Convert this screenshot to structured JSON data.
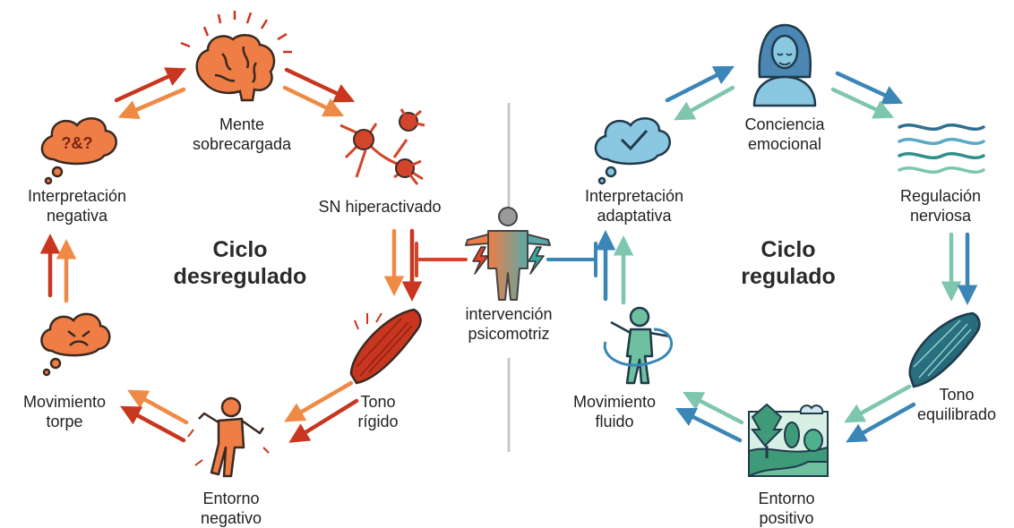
{
  "left_cycle": {
    "title_line1": "Ciclo",
    "title_line2": "desregulado",
    "nodes": [
      {
        "line1": "Mente",
        "line2": "sobrecargada"
      },
      {
        "line1": "SN hiperactivado",
        "line2": ""
      },
      {
        "line1": "Tono",
        "line2": "rígido"
      },
      {
        "line1": "Entorno",
        "line2": "negativo"
      },
      {
        "line1": "Movimiento",
        "line2": "torpe"
      },
      {
        "line1": "Interpretación",
        "line2": "negativa"
      }
    ]
  },
  "right_cycle": {
    "title_line1": "Ciclo",
    "title_line2": "regulado",
    "nodes": [
      {
        "line1": "Conciencia",
        "line2": "emocional"
      },
      {
        "line1": "Regulación",
        "line2": "nerviosa"
      },
      {
        "line1": "Tono",
        "line2": "equilibrado"
      },
      {
        "line1": "Entorno",
        "line2": "positivo"
      },
      {
        "line1": "Movimiento",
        "line2": "fluido"
      },
      {
        "line1": "Interpretación",
        "line2": "adaptativa"
      }
    ]
  },
  "center": {
    "line1": "intervención",
    "line2": "psicomotriz"
  },
  "colors": {
    "warm_dark": "#c9361f",
    "warm_light": "#ef8a45",
    "cool_dark": "#3a86b6",
    "cool_light": "#7ec6ad",
    "divider": "#c8c8c8"
  }
}
